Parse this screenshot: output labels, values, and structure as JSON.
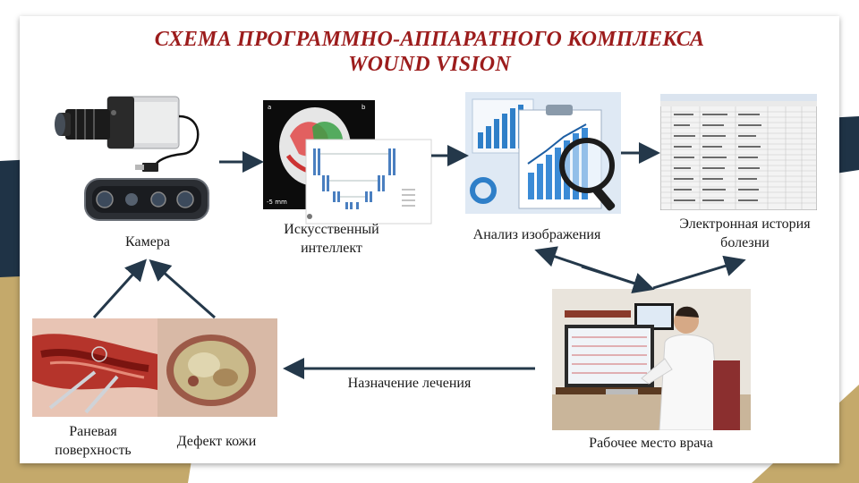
{
  "title": {
    "line1": "СХЕМА ПРОГРАММНО-АППАРАТНОГО КОМПЛЕКСА",
    "line2": "WOUND VISION"
  },
  "nodes": {
    "camera": {
      "label": "Камера",
      "icon": "camera-icon"
    },
    "ai": {
      "label_line1": "Искусственный",
      "label_line2": "интеллект",
      "icon": "neural-network-diagram-icon",
      "scale_text": "-5 mm",
      "panel_a": "a",
      "panel_b": "b"
    },
    "analysis": {
      "label": "Анализ изображения",
      "icon": "magnifier-charts-icon"
    },
    "ehr": {
      "label_line1": "Электронная история",
      "label_line2": "болезни",
      "icon": "spreadsheet-icon"
    },
    "workstation": {
      "label": "Рабочее место врача",
      "icon": "doctor-workstation-icon"
    },
    "wound": {
      "label_line1": "Раневая",
      "label_line2": "поверхность",
      "icon": "wound-surface-icon"
    },
    "skin_defect": {
      "label": "Дефект кожи",
      "icon": "skin-defect-icon"
    }
  },
  "edges": {
    "treatment_label": "Назначение лечения"
  },
  "colors": {
    "title": "#9c1c1c",
    "arrow": "#24384a",
    "background_navy": "#1f3346",
    "background_gold": "#c4a96b"
  }
}
